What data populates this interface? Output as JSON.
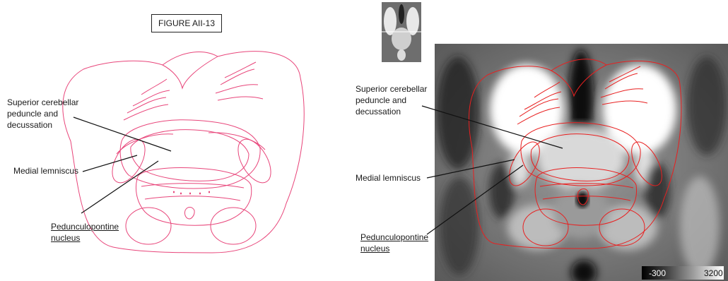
{
  "figure_title": "FIGURE AII-13",
  "left_panel": {
    "labels": {
      "scp": "Superior cerebellar\npeduncle and\ndecussation",
      "ml": "Medial lemniscus",
      "ppn": "Pedunculopontine\nnucleus"
    }
  },
  "right_panel": {
    "labels": {
      "scp": "Superior cerebellar\npeduncle and\ndecussation",
      "ml": "Medial lemniscus",
      "ppn": "Pedunculopontine\nnucleus"
    },
    "colorbar": {
      "min": "-300",
      "max": "3200"
    }
  },
  "colors": {
    "atlas_outline_left": "#e8457a",
    "atlas_outline_right": "#e82020"
  }
}
